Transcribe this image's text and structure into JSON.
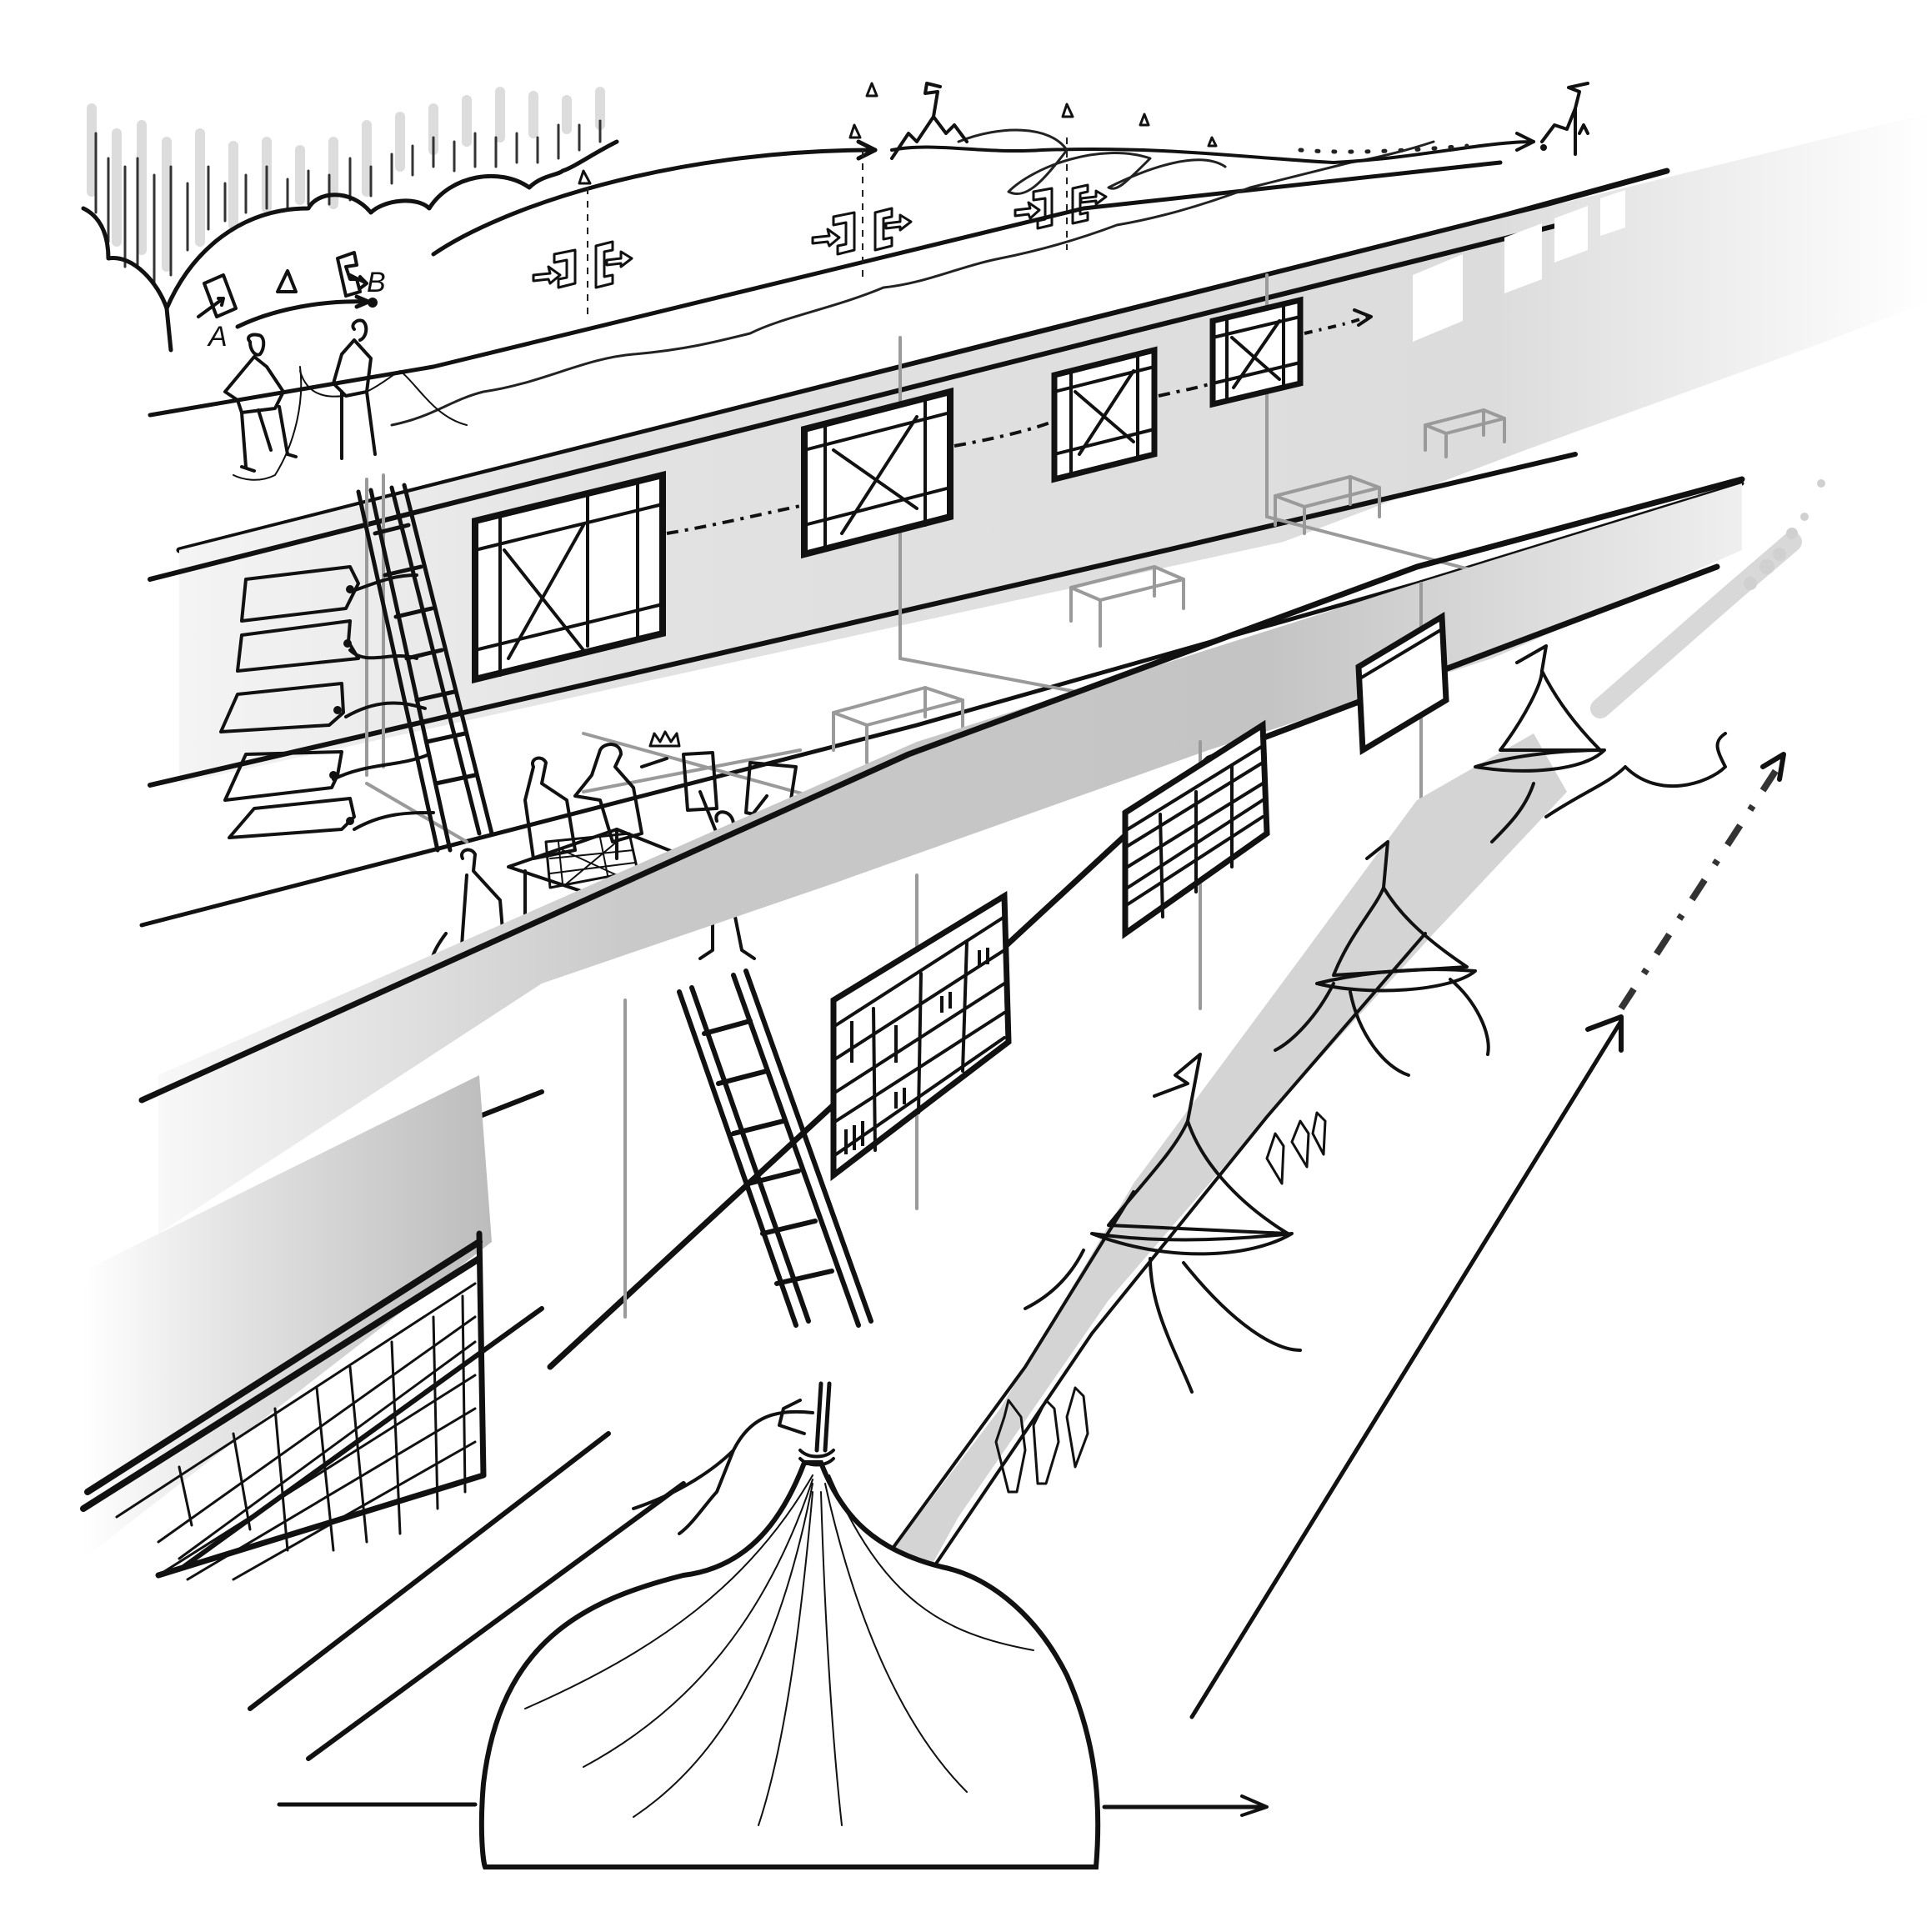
{
  "illustration": {
    "title": "",
    "style": "hand-drawn black ink sketch with grey shading",
    "colors": {
      "ink": "#111111",
      "wall_shade_light": "#e6e6e6",
      "wall_shade_mid": "#cfcfcf",
      "wall_shade_dark": "#bdbdbd",
      "path_grey": "#d4d4d4",
      "cloud_hatch": "#dcdcdc",
      "background": "#ffffff"
    },
    "labels": {
      "start_marker": "A",
      "end_marker": "B"
    },
    "tiers": [
      {
        "name": "top-tier-strategy",
        "elements": [
          "storm-cloud",
          "two-figures-with-rope",
          "A-to-B-shapes-arrow",
          "journey-arrow-with-mountain-peaks",
          "puzzle-connector-pairs"
        ]
      },
      {
        "name": "middle-tier-planning",
        "elements": [
          "framed-wireframe-boards",
          "hanging-tags",
          "ladder",
          "team-around-table",
          "empty-tables"
        ]
      },
      {
        "name": "lower-tier-execution",
        "elements": [
          "spreadsheet-boards",
          "ladder",
          "blank-board"
        ]
      },
      {
        "name": "ground-tier-delivery",
        "elements": [
          "grid-board",
          "tied-sack",
          "circus-tents",
          "walking-people",
          "dashed-arrow",
          "horizontal-arrow"
        ]
      }
    ],
    "counts": {
      "puzzle_pairs": 3,
      "wireframe_boards": 4,
      "faded_windows": 4,
      "hanging_tags": 5,
      "ladders": 2,
      "empty_tables": 4,
      "circus_tents": 3,
      "people_at_table": 4
    }
  }
}
